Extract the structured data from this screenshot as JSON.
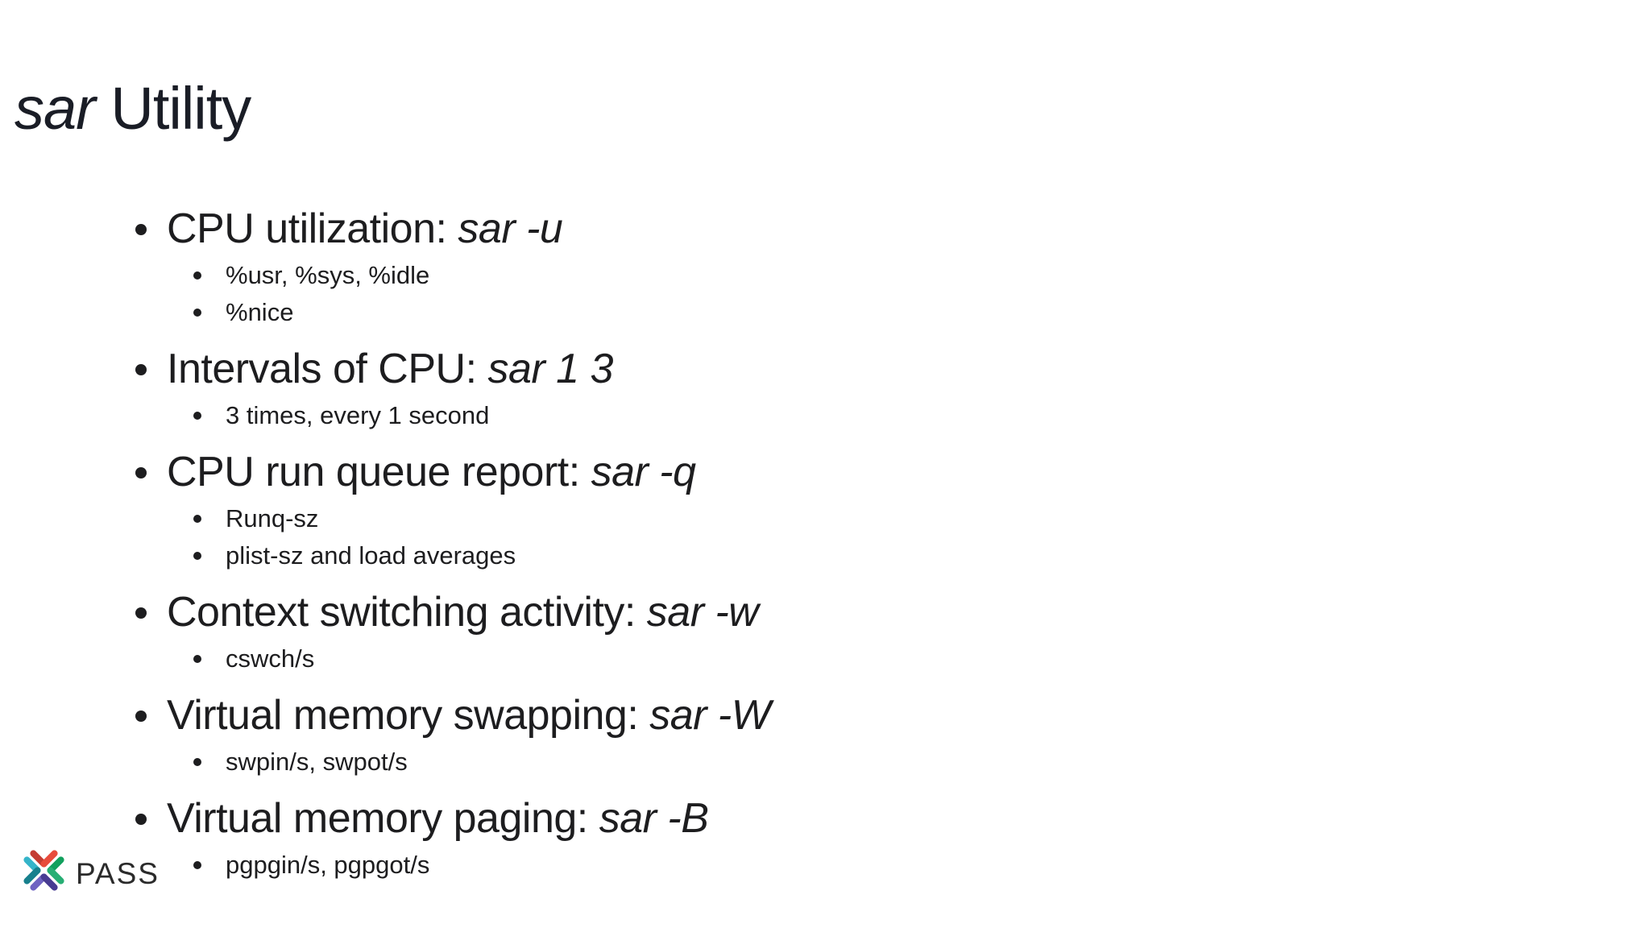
{
  "slide": {
    "title": {
      "command": "sar",
      "rest": " Utility"
    },
    "bullets": [
      {
        "label": "CPU utilization: ",
        "command": "sar -u",
        "subs": [
          "%usr, %sys, %idle",
          "%nice"
        ]
      },
      {
        "label": "Intervals of CPU: ",
        "command": "sar 1 3",
        "subs": [
          "3 times, every 1 second"
        ]
      },
      {
        "label": "CPU run queue report: ",
        "command": "sar -q",
        "subs": [
          "Runq-sz",
          "plist-sz and load averages"
        ]
      },
      {
        "label": "Context switching activity: ",
        "command": "sar -w",
        "subs": [
          "cswch/s"
        ]
      },
      {
        "label": "Virtual memory swapping: ",
        "command": "sar -W",
        "subs": [
          "swpin/s, swpot/s"
        ]
      },
      {
        "label": "Virtual memory paging: ",
        "command": "sar -B",
        "subs": [
          "pgpgin/s, pgpgot/s"
        ]
      }
    ],
    "footer": {
      "logo_text": "PASS"
    },
    "colors": {
      "background": "#ffffff",
      "title_text": "#1a1d26",
      "body_text": "#1d1d1f",
      "logo_text": "#2b2b2b",
      "logo": {
        "red_dark": "#c43d33",
        "red_bright": "#e84b3c",
        "cyan": "#35b4c9",
        "teal": "#17808d",
        "green_dark": "#12a05d",
        "green_light": "#27ae74",
        "purple_light": "#6f63c2",
        "purple_dark": "#483c92"
      }
    }
  }
}
